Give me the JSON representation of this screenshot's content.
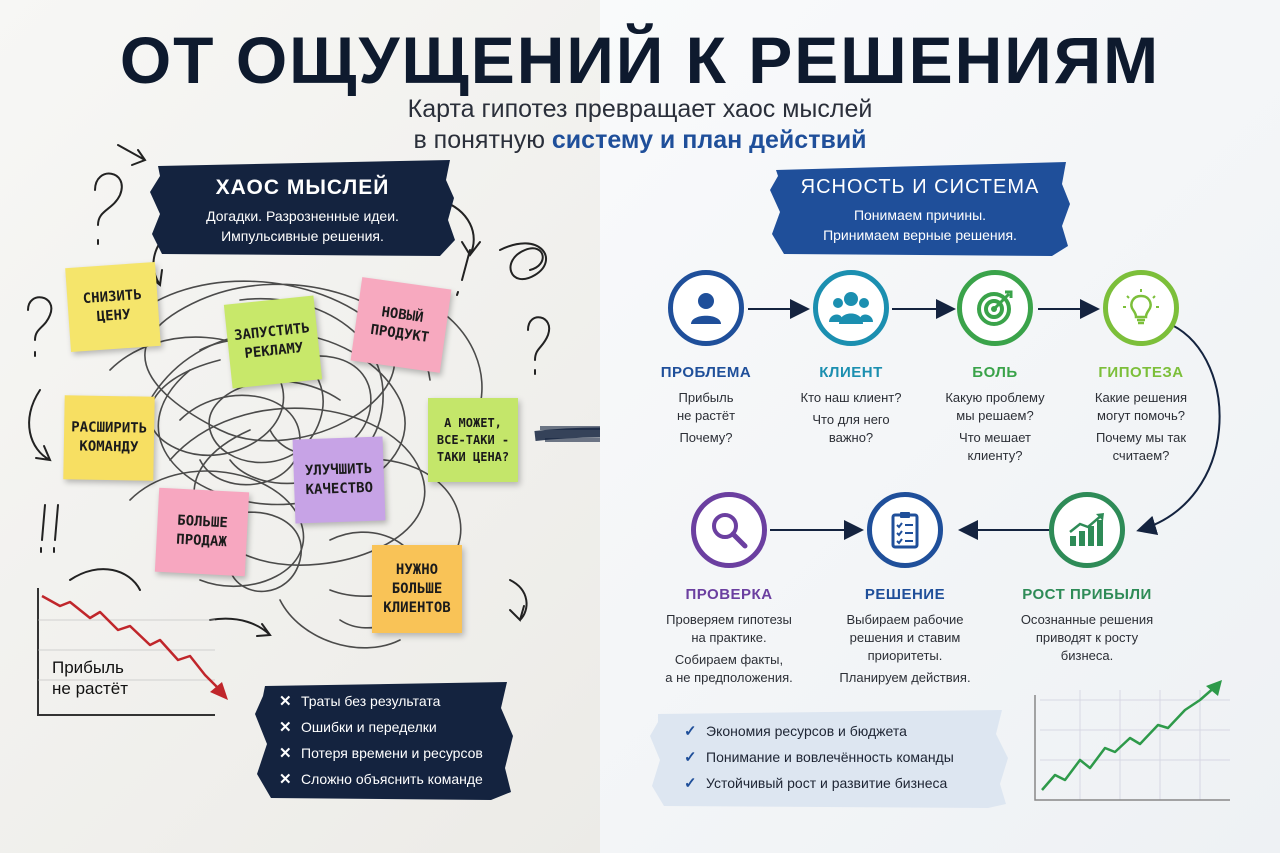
{
  "header": {
    "title": "ОТ ОЩУЩЕНИЙ К РЕШЕНИЯМ",
    "subtitle_line1": "Карта гипотез превращает хаос мыслей",
    "subtitle_line2_pre": "в понятную ",
    "subtitle_line2_hl": "систему и план действий"
  },
  "chaos_panel": {
    "title": "ХАОС МЫСЛЕЙ",
    "line1": "Догадки. Разрозненные идеи.",
    "line2": "Импульсивные решения."
  },
  "clarity_panel": {
    "title": "ЯСНОСТЬ И СИСТЕМА",
    "line1": "Понимаем причины.",
    "line2": "Принимаем верные решения."
  },
  "stickies": [
    {
      "text": "Снизить цену",
      "color": "#f5e56b"
    },
    {
      "text": "Запустить рекламу",
      "color": "#c8e86a"
    },
    {
      "text": "Новый продукт",
      "color": "#f7a9bf"
    },
    {
      "text": "Расширить команду",
      "color": "#f7df62"
    },
    {
      "text": "А может, все-таки - таки цена?",
      "color": "#c4e66a"
    },
    {
      "text": "Улучшить качество",
      "color": "#c7a3e6"
    },
    {
      "text": "Больше продаж",
      "color": "#f7a7c0"
    },
    {
      "text": "Нужно больше клиентов",
      "color": "#f9c357"
    }
  ],
  "profit_chart_label": {
    "line1": "Прибыль",
    "line2": "не растёт"
  },
  "problems": [
    "Траты без результата",
    "Ошибки и переделки",
    "Потеря времени и ресурсов",
    "Сложно объяснить команде"
  ],
  "steps": [
    {
      "label": "ПРОБЛЕМА",
      "color": "#1f4f9a",
      "icon": "user-icon",
      "desc": [
        "Прибыль",
        "не растёт",
        "Почему?"
      ]
    },
    {
      "label": "КЛИЕНТ",
      "color": "#1b8fb0",
      "icon": "group-icon",
      "desc": [
        "Кто наш клиент?",
        "Что для него",
        "важно?"
      ]
    },
    {
      "label": "БОЛЬ",
      "color": "#3aa34a",
      "icon": "target-icon",
      "desc": [
        "Какую проблему",
        "мы решаем?",
        "Что мешает",
        "клиенту?"
      ]
    },
    {
      "label": "ГИПОТЕЗА",
      "color": "#7cbf3a",
      "icon": "lightbulb-icon",
      "desc": [
        "Какие решения",
        "могут помочь?",
        "Почему мы так",
        "считаем?"
      ]
    },
    {
      "label": "ПРОВЕРКА",
      "color": "#6b3fa0",
      "icon": "magnifier-icon",
      "desc": [
        "Проверяем гипотезы",
        "на практике.",
        "Собираем факты,",
        "а не предположения."
      ]
    },
    {
      "label": "РЕШЕНИЕ",
      "color": "#1f4f9a",
      "icon": "checklist-icon",
      "desc": [
        "Выбираем рабочие",
        "решения и ставим",
        "приоритеты.",
        "Планируем действия."
      ]
    },
    {
      "label": "РОСТ ПРИБЫЛИ",
      "color": "#2e8b57",
      "icon": "growth-chart-icon",
      "desc": [
        "Осознанные решения",
        "приводят к росту",
        "бизнеса."
      ]
    }
  ],
  "benefits": [
    "Экономия ресурсов и бюджета",
    "Понимание и вовлечённость команды",
    "Устойчивый рост и развитие бизнеса"
  ],
  "marks": {
    "cross": "✕",
    "check": "✓"
  },
  "colors": {
    "navy": "#14233f",
    "blue": "#1f4f9a",
    "red_trend": "#c0262b",
    "green_trend": "#2e9a4a"
  }
}
